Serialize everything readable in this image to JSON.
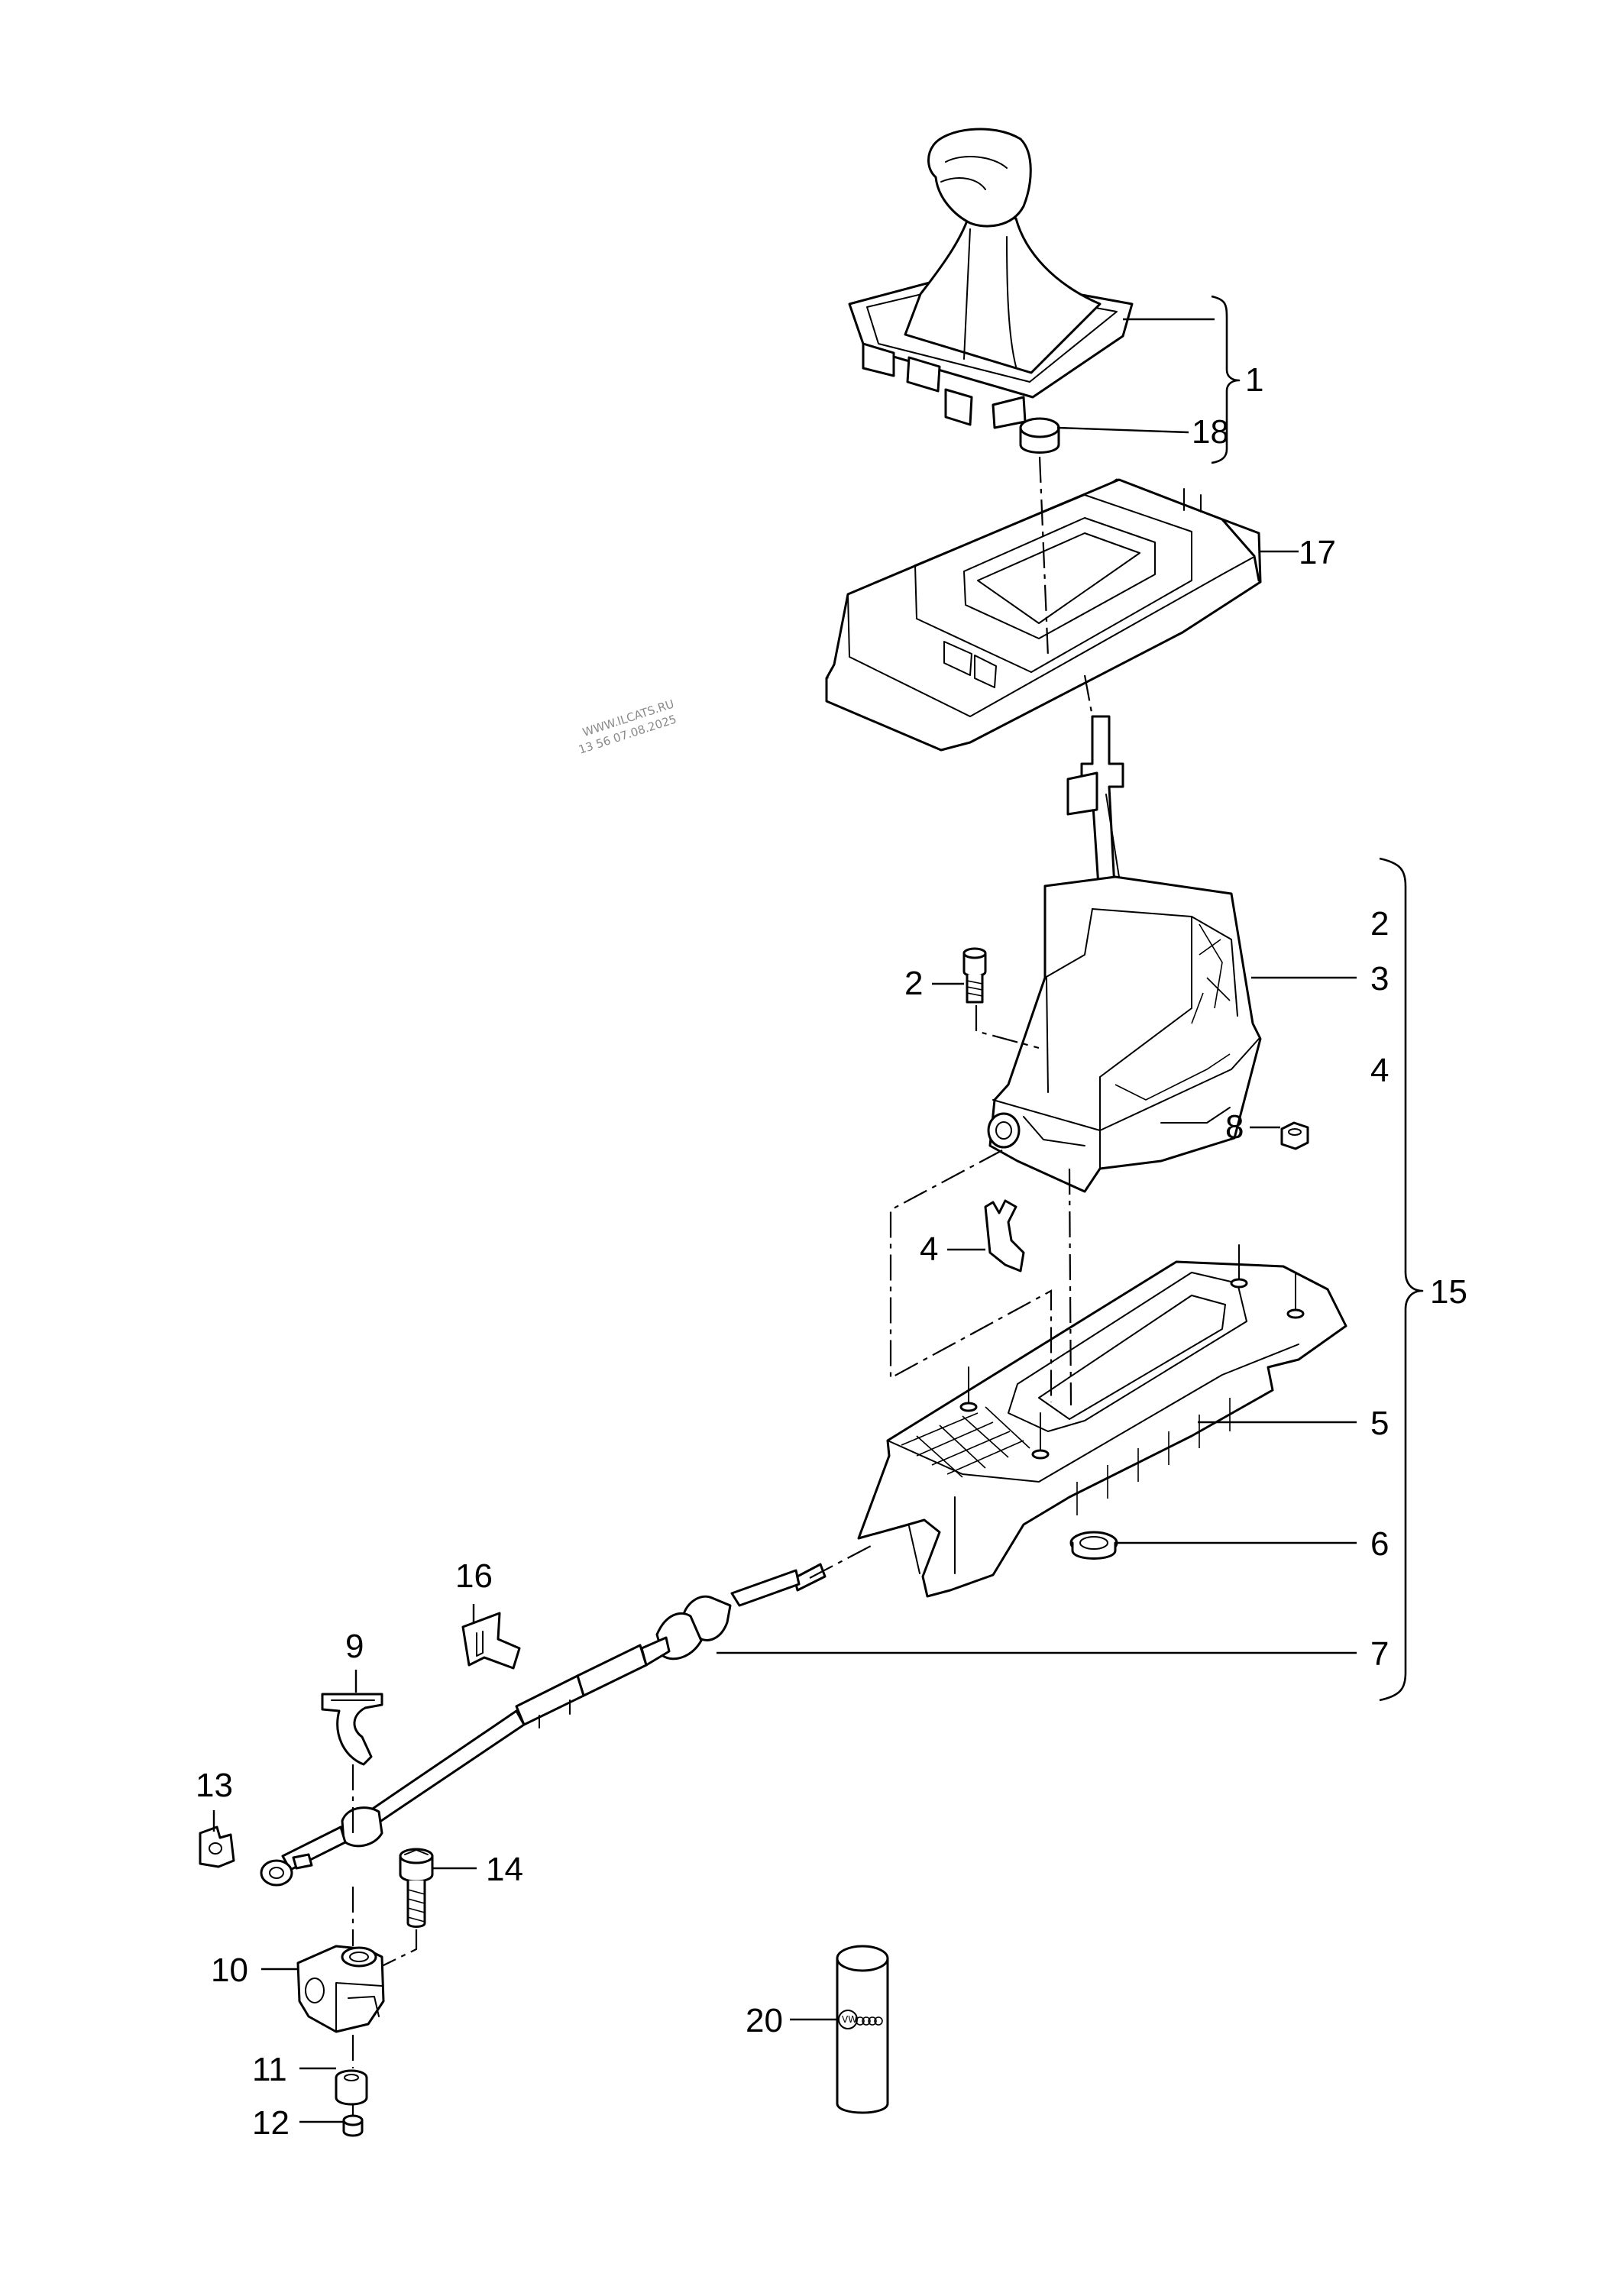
{
  "callouts": {
    "c1": "1",
    "c2a": "2",
    "c2b": "2",
    "c3": "3",
    "c4a": "4",
    "c4b": "4",
    "c5": "5",
    "c6": "6",
    "c7": "7",
    "c8": "8",
    "c9": "9",
    "c10": "10",
    "c11": "11",
    "c12": "12",
    "c13": "13",
    "c14": "14",
    "c15": "15",
    "c16": "16",
    "c17": "17",
    "c18": "18",
    "c20": "20"
  },
  "watermark": {
    "line1": "WWW.ILCATS.RU",
    "line2": "13 56 07.08.2025"
  },
  "tube_logo": "VW"
}
